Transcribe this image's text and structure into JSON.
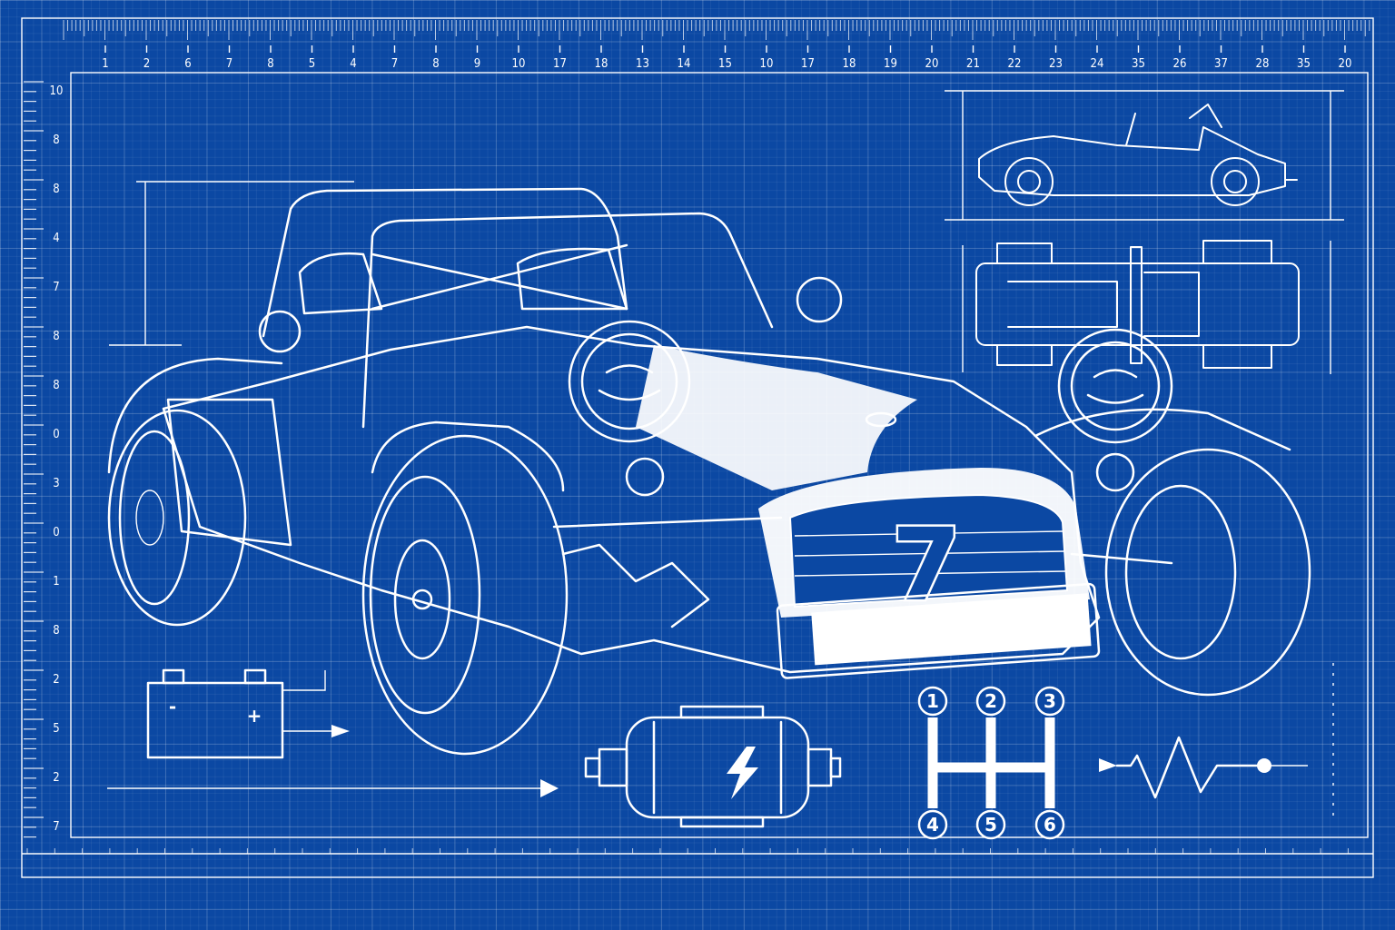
{
  "title": "Seven roadster blueprint",
  "colors": {
    "background": "#0b48a3",
    "line": "#ffffff"
  },
  "top_ruler": {
    "labels": [
      "1",
      "2",
      "6",
      "7",
      "8",
      "5",
      "4",
      "7",
      "8",
      "9",
      "10",
      "17",
      "18",
      "13",
      "14",
      "15",
      "10",
      "17",
      "18",
      "19",
      "20",
      "21",
      "22",
      "23",
      "24",
      "35",
      "26",
      "37",
      "28",
      "35",
      "20"
    ]
  },
  "left_ruler": {
    "labels": [
      "10",
      "8",
      "8",
      "4",
      "7",
      "8",
      "8",
      "0",
      "3",
      "0",
      "1",
      "8",
      "2",
      "5",
      "2",
      "7"
    ]
  },
  "car": {
    "grille_logo": "7"
  },
  "battery": {
    "negative": "-",
    "positive": "+"
  },
  "gear_shift": {
    "gears": [
      "1",
      "2",
      "3",
      "4",
      "5",
      "6"
    ]
  },
  "icons": [
    "battery-icon",
    "motor-icon",
    "lightning-icon",
    "gear-shift-pattern-icon",
    "spring-icon",
    "arrow-icon"
  ]
}
